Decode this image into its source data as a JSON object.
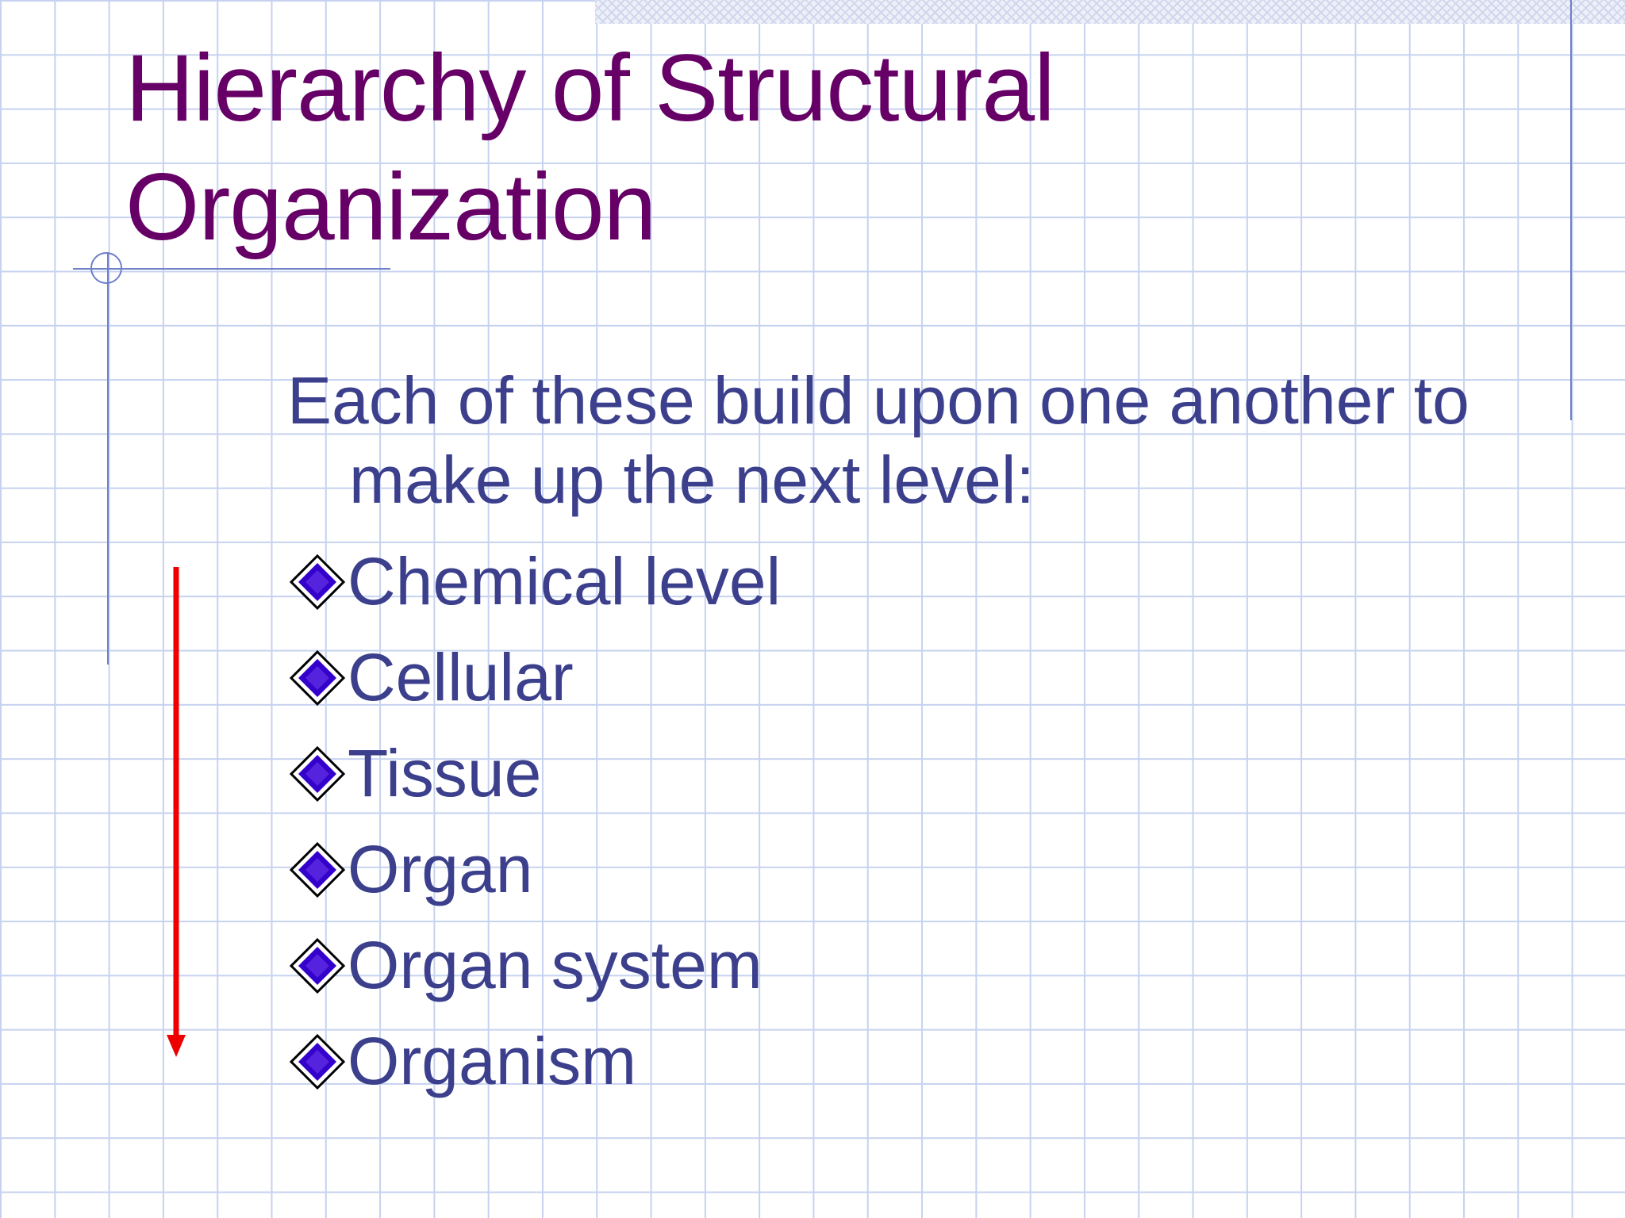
{
  "slide": {
    "title": "Hierarchy of Structural Organization",
    "intro": "Each of these build upon one another to make up the next level:",
    "levels": [
      {
        "label": "Chemical level"
      },
      {
        "label": "Cellular"
      },
      {
        "label": "Tissue"
      },
      {
        "label": "Organ"
      },
      {
        "label": "Organ system"
      },
      {
        "label": "Organism"
      }
    ],
    "icons": {
      "bullet": "diamond-bullet-icon",
      "arrow": "arrow-down-icon"
    },
    "colors": {
      "title": "#660066",
      "body": "#3b3f8c",
      "bullet": "#3300cc",
      "arrow": "#ee0000",
      "grid": "#c6d2ef"
    }
  }
}
